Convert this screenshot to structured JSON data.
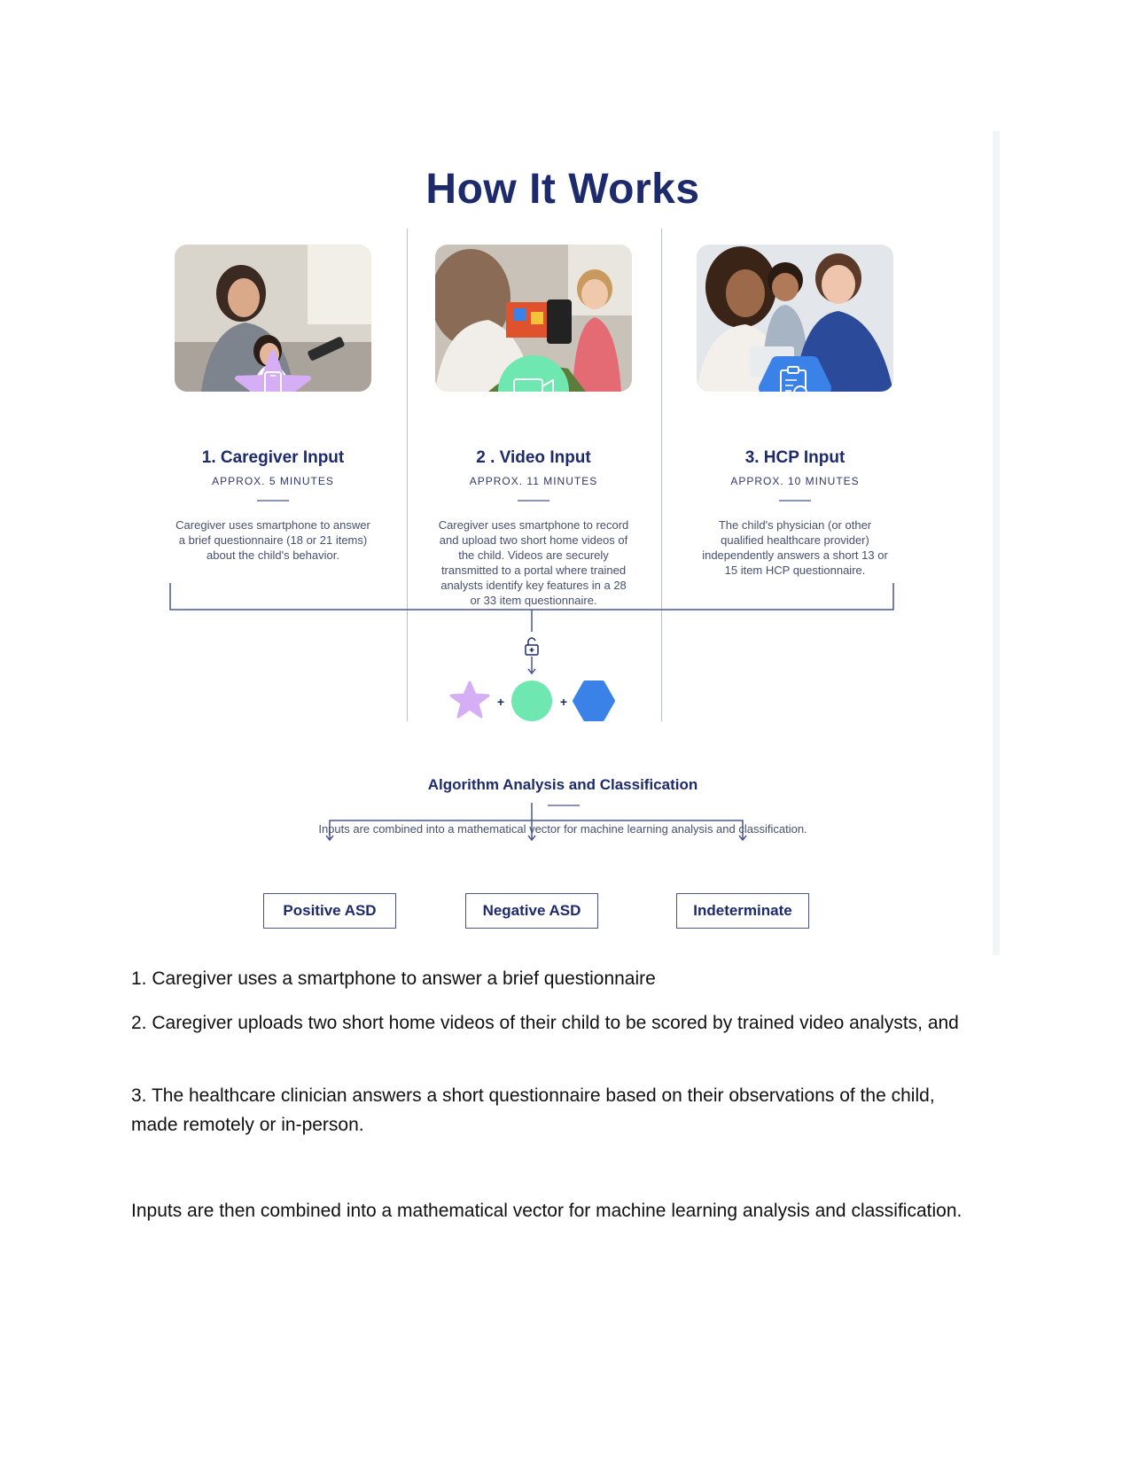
{
  "figure": {
    "title": "How It Works",
    "steps": [
      {
        "title": "1. Caregiver Input",
        "time": "APPROX. 5 MINUTES",
        "desc": "Caregiver uses smartphone to answer a brief questionnaire (18 or 21 items) about the child's behavior.",
        "icon": "phone-icon",
        "badge_shape": "star",
        "badge_color": "#d6aef5"
      },
      {
        "title": "2 . Video Input",
        "time": "APPROX. 11 MINUTES",
        "desc": "Caregiver uses smartphone to record and upload two short home videos of the child. Videos are securely transmitted to a portal where trained analysts identify key features in a 28 or 33 item questionnaire.",
        "icon": "video-camera-icon",
        "badge_shape": "circle",
        "badge_color": "#6ee7b0"
      },
      {
        "title": "3. HCP Input",
        "time": "APPROX. 10 MINUTES",
        "desc": "The child's physician (or other qualified healthcare provider) independently answers a short 13 or 15 item HCP questionnaire.",
        "icon": "clipboard-search-icon",
        "badge_shape": "hexagon",
        "badge_color": "#3b82e8"
      }
    ],
    "algorithm": {
      "title": "Algorithm Analysis and Classification",
      "desc": "Inputs are combined into a mathematical vector for machine learning analysis and classification.",
      "plus": "+"
    },
    "outcomes": [
      "Positive ASD",
      "Negative ASD",
      "Indeterminate"
    ],
    "colors": {
      "navy": "#1d2a6b",
      "purple": "#d6aef5",
      "green": "#6ee7b0",
      "blue": "#3b82e8"
    }
  },
  "body": {
    "paragraphs": [
      "1. Caregiver uses a smartphone to answer a brief questionnaire",
      "2. Caregiver uploads two short home videos of their child to be scored by trained video analysts, and",
      "3. The healthcare clinician answers a short questionnaire based on their observations of the child, made remotely or in-person.",
      "Inputs are then combined into a mathematical vector for machine learning analysis and classification."
    ]
  }
}
